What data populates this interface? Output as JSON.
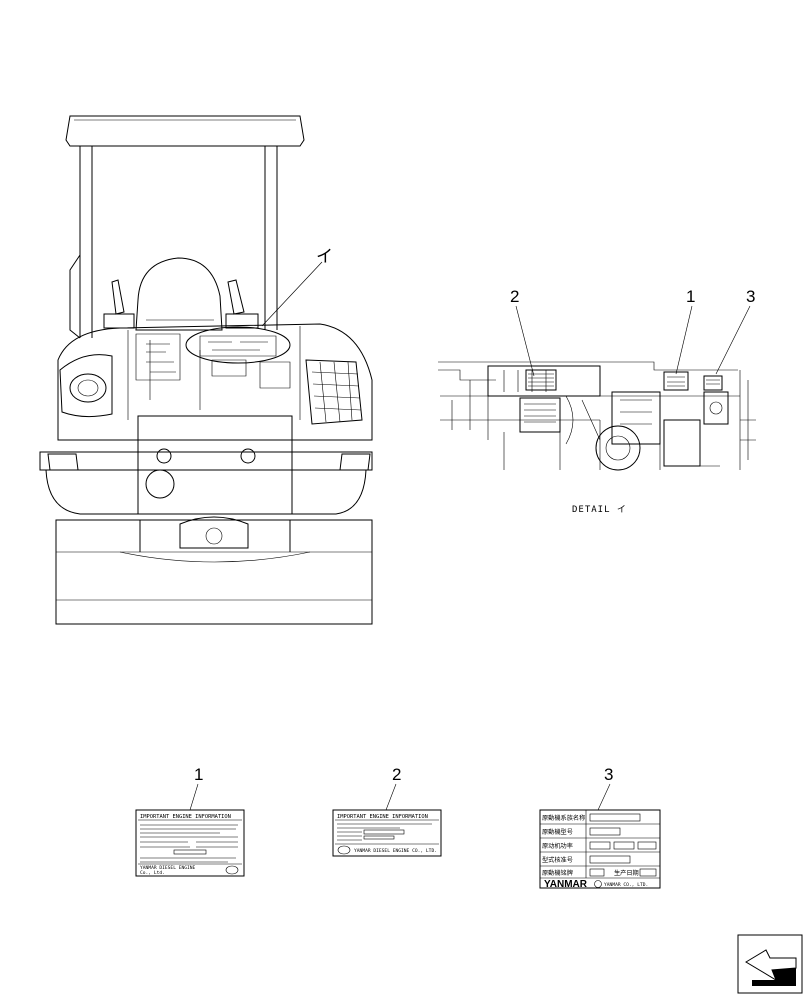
{
  "detail": {
    "marker": "イ",
    "caption": "DETAIL イ"
  },
  "callouts": {
    "detail_2": "2",
    "detail_1": "1",
    "detail_3": "3",
    "label_1": "1",
    "label_2": "2",
    "label_3": "3"
  },
  "label1": {
    "title": "IMPORTANT ENGINE INFORMATION",
    "brand": "YANMAR DIESEL ENGINE",
    "brand2": "Co., Ltd."
  },
  "label2": {
    "title": "IMPORTANT ENGINE INFORMATION",
    "brand": "YANMAR DIESEL ENGINE CO., LTD."
  },
  "label3": {
    "rows": [
      "原動機系族名称",
      "原動機型号",
      "原动机功率",
      "型式核准号",
      "原動機铭牌",
      "生产日期"
    ],
    "brand": "YANMAR",
    "brand2": "YANMAR CO., LTD."
  },
  "nav": {
    "icon": "next-page-arrow-icon"
  }
}
